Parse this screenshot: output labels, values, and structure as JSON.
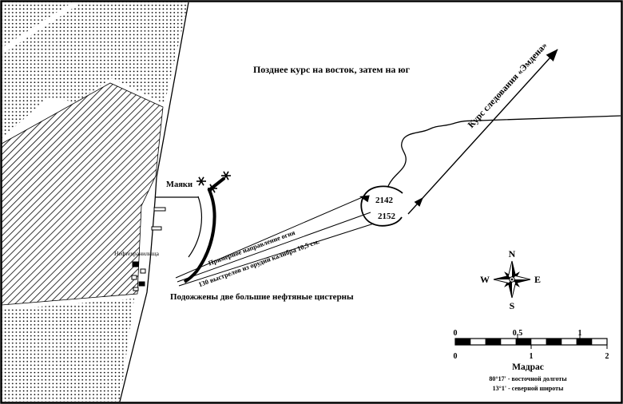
{
  "colors": {
    "ink": "#000000",
    "paper": "#ffffff"
  },
  "map": {
    "later_course_note": "Позднее курс на восток, затем на юг",
    "course_label": "Курс следования «Эмдена»",
    "lighthouses_label": "Маяки",
    "oil_storage_label": "Нефтехранилища",
    "loop_time_1": "2142",
    "loop_time_2": "2152",
    "fire_label_1": "Примерное направление огня",
    "fire_label_2": "130 выстрелов из орудий калибра 10,5 см.",
    "burned_tanks_label": "Подожжены две большие нефтяные цистерны"
  },
  "compass": {
    "north": "N",
    "south": "S",
    "east": "E",
    "west": "W"
  },
  "scale_bar": {
    "top_labels": [
      "0",
      "0.5",
      "1"
    ],
    "bottom_labels": [
      "0",
      "1",
      "2"
    ]
  },
  "location": {
    "name": "Мадрас",
    "longitude": "80°17' - восточной долготы",
    "latitude": "13°1' - северной широты"
  }
}
